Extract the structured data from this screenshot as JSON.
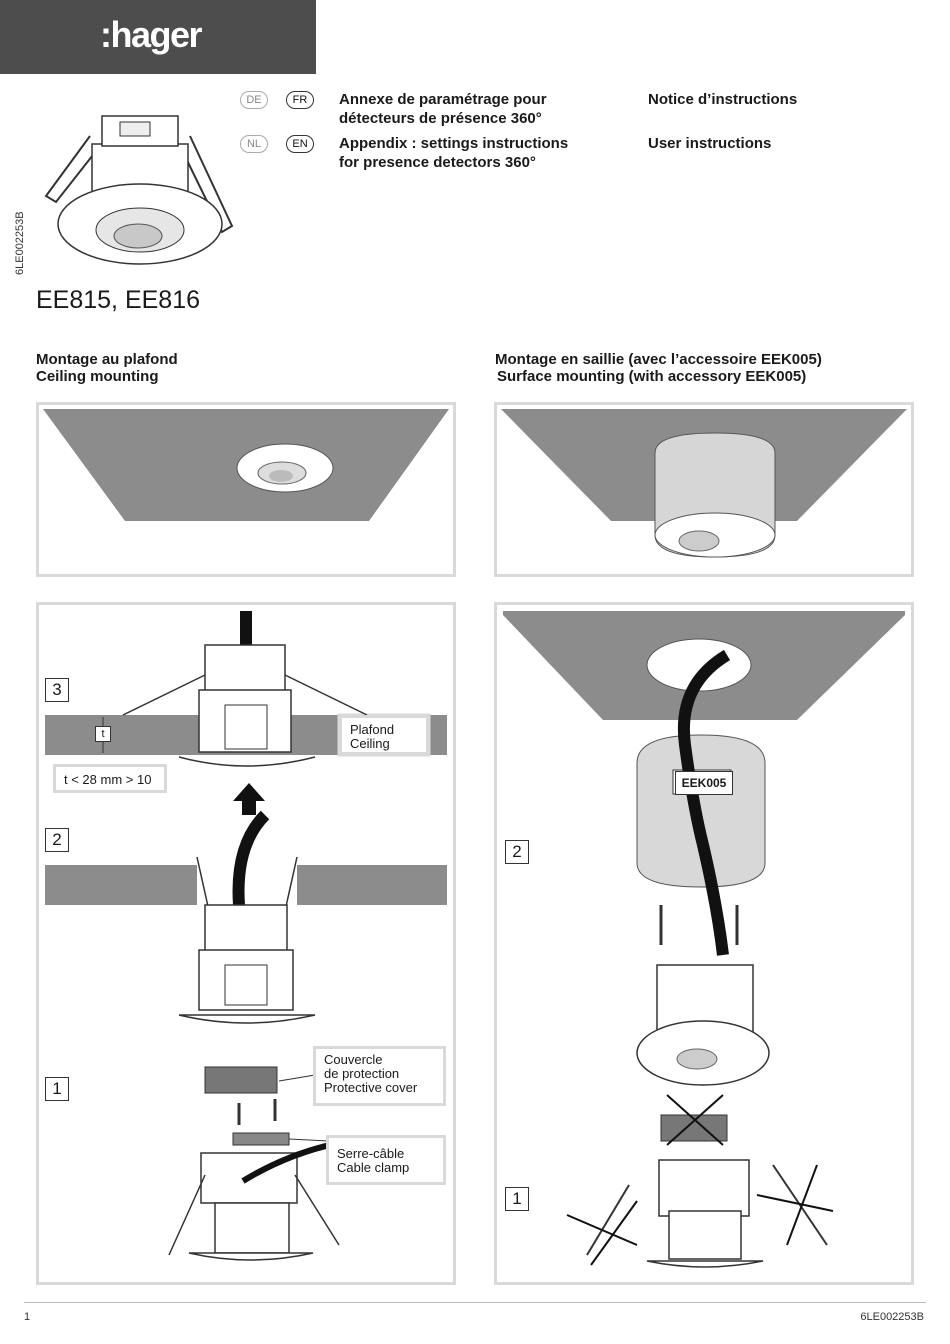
{
  "brand": {
    "logo_text": ":hager",
    "bar_color": "#4d4d4d"
  },
  "doc_number_vertical": "6LE002253B",
  "languages": {
    "row1": [
      "DE",
      "FR"
    ],
    "row2": [
      "NL",
      "EN"
    ]
  },
  "titles": {
    "fr_heading": "Annexe de paramétrage pour détecteurs de présence 360°",
    "fr_notice": "Notice d’instructions",
    "en_heading": "Appendix : settings instructions for presence detectors 360°",
    "en_notice": "User instructions"
  },
  "model": "EE815, EE816",
  "sections": {
    "ceiling": {
      "fr": "Montage au plafond",
      "en": "Ceiling mounting"
    },
    "surface": {
      "fr": "Montage en saillie (avec l’accessoire EEK005)",
      "en": "Surface mounting (with accessory EEK005)"
    }
  },
  "left_panel": {
    "steps": [
      "3",
      "2",
      "1"
    ],
    "ceiling_label": {
      "fr": "Plafond",
      "en": "Ceiling"
    },
    "t_marker": "t",
    "thickness_note": "t < 28 mm > 10",
    "cover_label": {
      "fr1": "Couvercle",
      "fr2": "de protection",
      "en": "Protective cover"
    },
    "clamp_label": {
      "fr": "Serre-câble",
      "en": "Cable clamp"
    }
  },
  "right_panel": {
    "steps": [
      "2",
      "1"
    ],
    "accessory_label": "EEK005"
  },
  "footer": {
    "page": "1",
    "doc_number": "6LE002253B"
  },
  "colors": {
    "ceiling_gray": "#8c8c8c",
    "panel_border": "#d9d9d9",
    "text": "#1a1a1a"
  }
}
